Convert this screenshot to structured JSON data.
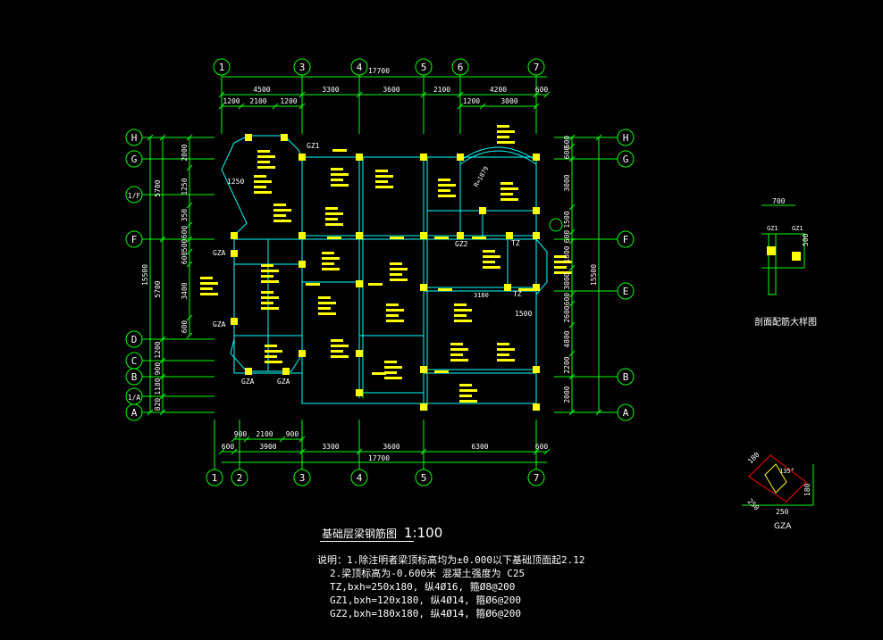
{
  "colors": {
    "background": "#000000",
    "grid": "#00ff00",
    "dim": "#00ff00",
    "rebar": "#ffff00",
    "wall": "#00ffff",
    "text": "#ffffff",
    "accent": "#ff0000"
  },
  "axes_top": [
    "1",
    "3",
    "4",
    "5",
    "6",
    "7"
  ],
  "axes_bottom": [
    "1",
    "2",
    "3",
    "4",
    "5",
    "7"
  ],
  "axes_left": [
    "H",
    "G",
    "1/F",
    "F",
    "D",
    "C",
    "B",
    "1/A",
    "A"
  ],
  "axes_right": [
    "H",
    "G",
    "F",
    "E",
    "B",
    "A"
  ],
  "dims_top_total": "17700",
  "dims_top_row1": [
    "4500",
    "3300",
    "3600",
    "2100",
    "4200",
    "600"
  ],
  "dims_top_row2": [
    "1200",
    "2100",
    "1200",
    "1200",
    "3000"
  ],
  "dims_bottom_row1": [
    "900",
    "2100",
    "900"
  ],
  "dims_bottom_row2": [
    "600",
    "3900",
    "3300",
    "3600",
    "6300",
    "600"
  ],
  "dims_bottom_total": "17700",
  "dims_left_total": "15500",
  "dims_left_row1": [
    "5700",
    "5700",
    "1200",
    "900",
    "1180",
    "820"
  ],
  "dims_left_row2": [
    "2000",
    "1250",
    "350",
    "600",
    "500",
    "600",
    "3400",
    "600"
  ],
  "dims_right_total": "15500",
  "dims_right_row1": [
    "600",
    "600",
    "3000",
    "1500",
    "600",
    "1800",
    "3000",
    "600",
    "2600",
    "4800",
    "2200",
    "2000"
  ],
  "labels": {
    "gz1": "GZ1",
    "gz2": "GZ2",
    "gza": "GZA",
    "tz": "TZ",
    "r": "R=1879",
    "dim_1250": "1250",
    "dim_1500": "1500",
    "dim_3180": "3180"
  },
  "detail1": {
    "dims": [
      "700",
      "500"
    ],
    "labels": [
      "GZ1",
      "GZ1"
    ],
    "title": "剖面配筋大样图"
  },
  "detail2": {
    "dims": [
      "180",
      "250",
      "250",
      "180"
    ],
    "angle": "135°",
    "title": "GZA"
  },
  "title": {
    "text": "基础层梁钢筋图",
    "scale": "1:100"
  },
  "notes": [
    "说明：1.除注明者梁顶标高均为±0.000以下基础顶面起2.12",
    "2.梁顶标高为-0.600米  混凝土强度为 C25",
    "TZ,bxh=250x180,  纵4Ø16, 箍Ø8@200",
    "GZ1,bxh=120x180,  纵4Ø14, 箍Ø6@200",
    "GZ2,bxh=180x180,  纵4Ø14, 箍Ø6@200"
  ]
}
